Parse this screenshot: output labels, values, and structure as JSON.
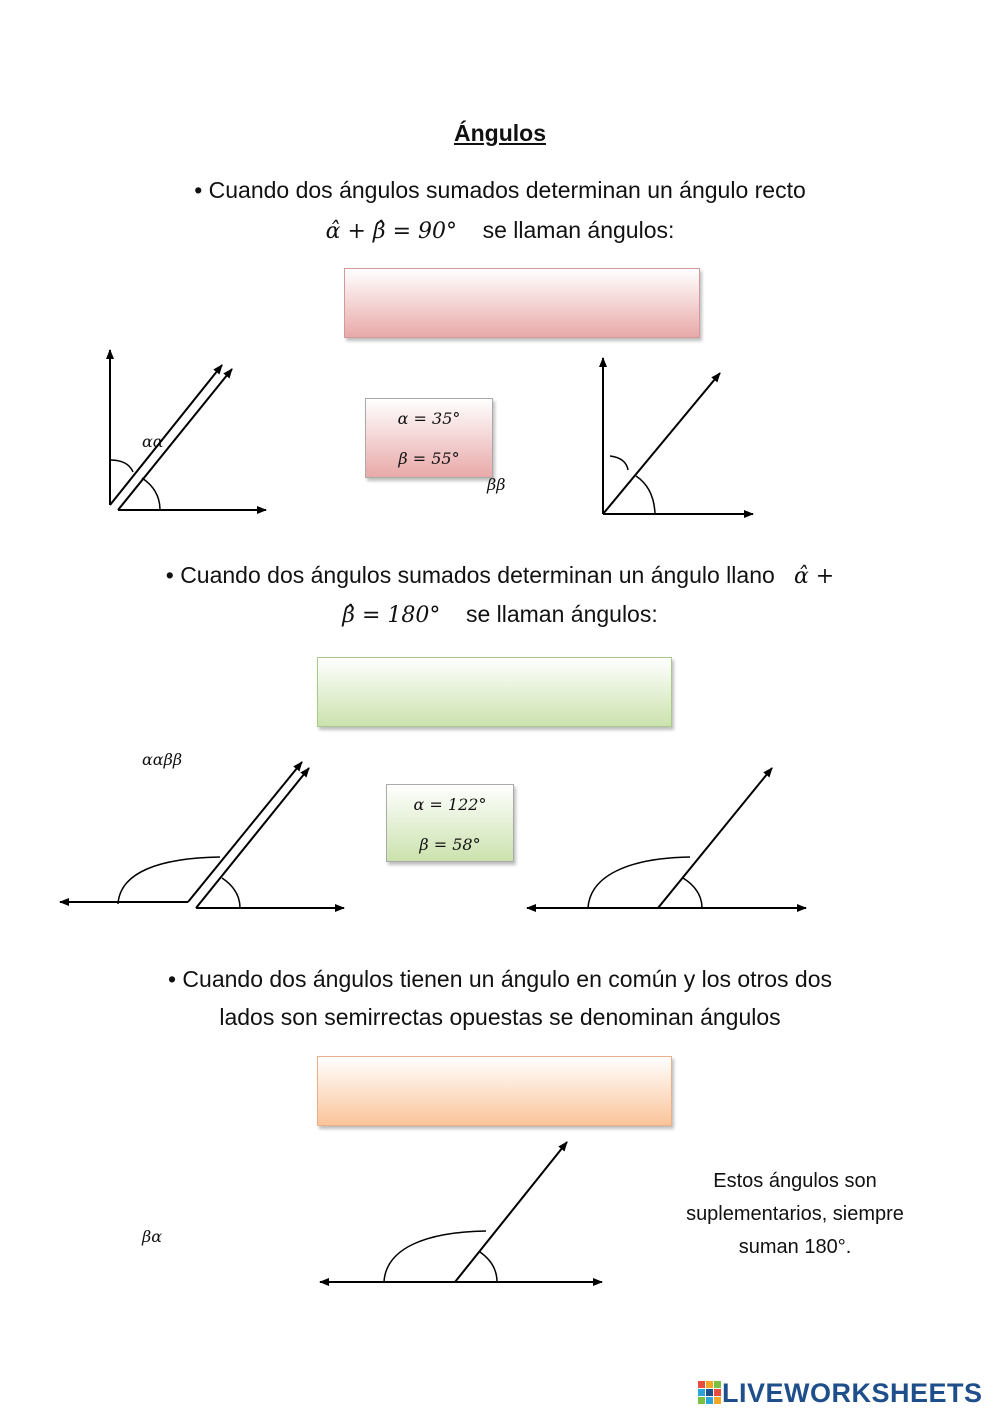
{
  "title": "Ángulos",
  "sections": [
    {
      "line1": "• Cuando dos ángulos sumados determinan un ángulo recto",
      "formula": "α̂ + β̂ = 90°",
      "line2_tail": "se llaman ángulos:",
      "values": {
        "alpha": "α = 35°",
        "beta": "β = 55°"
      },
      "greek_labels": [
        "αα",
        "ββ"
      ]
    },
    {
      "line1_text": "• Cuando dos ángulos sumados determinan un ángulo llano",
      "line1_formula": "α̂ +",
      "line2_formula": "β̂ = 180°",
      "line2_tail": "se llaman ángulos:",
      "values": {
        "alpha": "α = 122°",
        "beta": "β = 58°"
      },
      "greek_labels": [
        "ααββ"
      ]
    },
    {
      "line1": "• Cuando dos ángulos tienen un ángulo en común y los otros dos",
      "line2": "lados son semirrectas opuestas se denominan ángulos",
      "greek_labels": [
        "βα"
      ],
      "note": [
        "Estos ángulos son",
        "suplementarios, siempre",
        "suman 180°."
      ]
    }
  ],
  "answer_box_colors": [
    "#e9a9a9",
    "#cbe2ad",
    "#fbc49a"
  ],
  "logo": {
    "text": "LIVEWORKSHEETS",
    "color": "#1f4f8a"
  }
}
